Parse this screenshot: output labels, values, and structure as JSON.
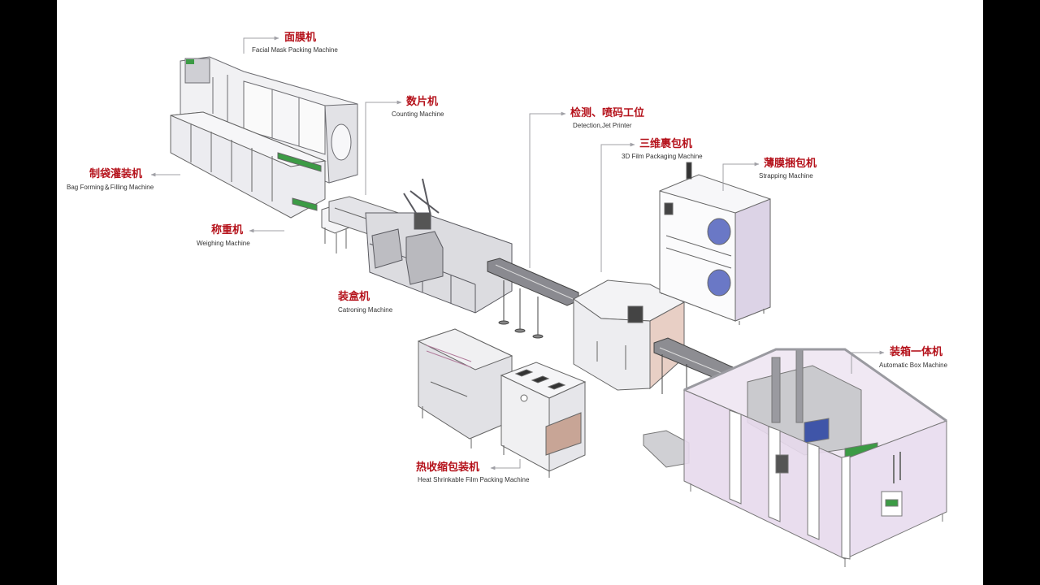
{
  "labels": {
    "facial_mask": {
      "zh": "面膜机",
      "en": "Facial Mask Packing Machine"
    },
    "counting": {
      "zh": "数片机",
      "en": "Counting Machine"
    },
    "detection": {
      "zh": "检测、喷码工位",
      "en": "Detection,Jet Printer"
    },
    "film_3d": {
      "zh": "三维裹包机",
      "en": "3D Film Packaging Machine"
    },
    "strapping": {
      "zh": "薄膜捆包机",
      "en": "Strapping Machine"
    },
    "bag_forming": {
      "zh": "制袋灌装机",
      "en": "Bag Forming＆Filling Machine"
    },
    "weighing": {
      "zh": "称重机",
      "en": "Weighing Machine"
    },
    "cartoning": {
      "zh": "装盒机",
      "en": "Catroning Machine"
    },
    "box": {
      "zh": "装箱一体机",
      "en": "Automatic Box Machine"
    },
    "heat_shrink": {
      "zh": "热收缩包装机",
      "en": "Heat Shrinkable Film Packing Machine"
    }
  },
  "colors": {
    "letterbox": "#000000",
    "canvas": "#ffffff",
    "label_zh": "#b5121b",
    "label_en": "#333333",
    "leader_line": "#a0a0a6",
    "machine_lilac": "#e7d9ec",
    "accent_blue": "#3f55a8",
    "accent_green": "#3c9b45"
  }
}
